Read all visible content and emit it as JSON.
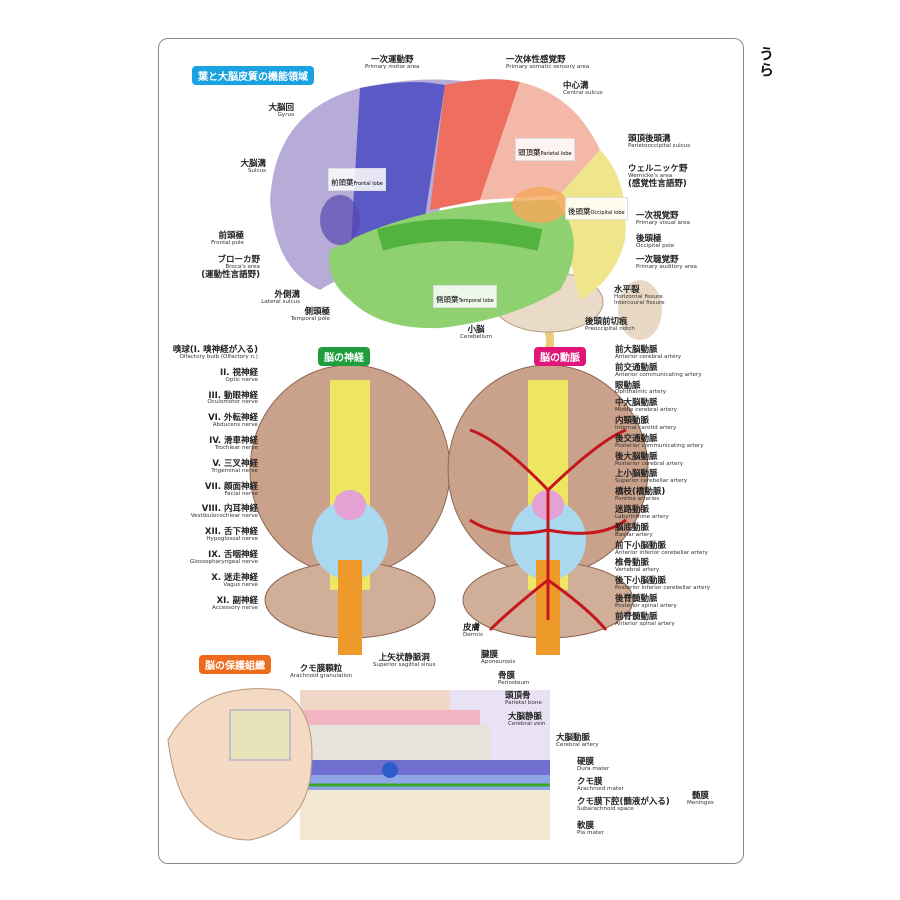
{
  "side_label": "うら",
  "headers": {
    "functional": "葉と大脳皮質の機能領域",
    "nerves": "脳の神経",
    "arteries": "脳の動脈",
    "protection": "脳の保護組織"
  },
  "lobes": {
    "frontal": {
      "jp": "前頭葉",
      "en": "Frontal lobe"
    },
    "parietal": {
      "jp": "頭頂葉",
      "en": "Parietal lobe"
    },
    "occipital": {
      "jp": "後頭葉",
      "en": "Occipital lobe"
    },
    "temporal": {
      "jp": "側頭葉",
      "en": "Temporal lobe"
    }
  },
  "top_labels": {
    "primary_motor": {
      "jp": "一次運動野",
      "en": "Primary motor area"
    },
    "primary_somatic": {
      "jp": "一次体性感覚野",
      "en": "Primary somatic sensory area"
    },
    "central_sulcus": {
      "jp": "中心溝",
      "en": "Central sulcus"
    },
    "gyrus": {
      "jp": "大脳回",
      "en": "Gyrus"
    },
    "sulcus": {
      "jp": "大脳溝",
      "en": "Sulcus"
    },
    "frontal_pole": {
      "jp": "前頭極",
      "en": "Frontal pole"
    },
    "broca": {
      "jp": "ブローカ野",
      "en": "Broca's area",
      "jp2": "(運動性言語野)"
    },
    "lateral_sulcus": {
      "jp": "外側溝",
      "en": "Lateral sulcus"
    },
    "temporal_pole": {
      "jp": "側頭極",
      "en": "Temporal pole"
    },
    "parietooccipital": {
      "jp": "頭頂後頭溝",
      "en": "Parietooccipital sulcus"
    },
    "wernicke": {
      "jp": "ウェルニッケ野",
      "en": "Wernicke's area",
      "jp2": "(感覚性言語野)"
    },
    "primary_visual": {
      "jp": "一次視覚野",
      "en": "Primary visual area"
    },
    "occipital_pole": {
      "jp": "後頭極",
      "en": "Occipital pole"
    },
    "primary_auditory": {
      "jp": "一次聴覚野",
      "en": "Primary auditory area"
    },
    "horizontal_fissure": {
      "jp": "水平裂",
      "en": "Horizontal fissure",
      "en2": "Intercoural fissure"
    },
    "preoccipital_notch": {
      "jp": "後頭前切痕",
      "en": "Preoccipital notch"
    },
    "cerebellum": {
      "jp": "小脳",
      "en": "Cerebellum"
    }
  },
  "nerves": [
    {
      "jp": "嗅球(I. 嗅神経が入る)",
      "en": "Olfactory bulb (Olfactory n.)"
    },
    {
      "jp": "II. 視神経",
      "en": "Optic nerve"
    },
    {
      "jp": "III. 動眼神経",
      "en": "Oculomotor nerve"
    },
    {
      "jp": "VI. 外転神経",
      "en": "Abducens nerve"
    },
    {
      "jp": "IV. 滑車神経",
      "en": "Trochlear nerve"
    },
    {
      "jp": "V. 三叉神経",
      "en": "Trigeminal nerve"
    },
    {
      "jp": "VII. 顔面神経",
      "en": "Facial nerve"
    },
    {
      "jp": "VIII. 内耳神経",
      "en": "Vestibulocochlear nerve"
    },
    {
      "jp": "XII. 舌下神経",
      "en": "Hypoglossal nerve"
    },
    {
      "jp": "IX. 舌咽神経",
      "en": "Glossopharyngeal nerve"
    },
    {
      "jp": "X. 迷走神経",
      "en": "Vagus nerve"
    },
    {
      "jp": "XI. 副神経",
      "en": "Accessory nerve"
    }
  ],
  "arteries": [
    {
      "jp": "前大脳動脈",
      "en": "Anterior cerebral artery"
    },
    {
      "jp": "前交通動脈",
      "en": "Anterior communicating artery"
    },
    {
      "jp": "眼動脈",
      "en": "Ophthalmic artery"
    },
    {
      "jp": "中大脳動脈",
      "en": "Middle cerebral artery"
    },
    {
      "jp": "内頸動脈",
      "en": "Internal carotid artery"
    },
    {
      "jp": "後交通動脈",
      "en": "Posterior communicating artery"
    },
    {
      "jp": "後大脳動脈",
      "en": "Posterior cerebral artery"
    },
    {
      "jp": "上小脳動脈",
      "en": "Superior cerebellar artery"
    },
    {
      "jp": "橋枝(橋動脈)",
      "en": "Pontine arteries"
    },
    {
      "jp": "迷路動脈",
      "en": "Labyrinthine artery"
    },
    {
      "jp": "脳底動脈",
      "en": "Basilar artery"
    },
    {
      "jp": "前下小脳動脈",
      "en": "Anterior inferior cerebellar artery"
    },
    {
      "jp": "椎骨動脈",
      "en": "Vertebral artery"
    },
    {
      "jp": "後下小脳動脈",
      "en": "Posterior inferior cerebellar artery"
    },
    {
      "jp": "後脊髄動脈",
      "en": "Posterior spinal artery"
    },
    {
      "jp": "前脊髄動脈",
      "en": "Anterior spinal artery"
    }
  ],
  "protection": {
    "dermis": {
      "jp": "皮膚",
      "en": "Dermis"
    },
    "aponeurosis": {
      "jp": "腱膜",
      "en": "Aponeurosis"
    },
    "periosteum": {
      "jp": "骨膜",
      "en": "Periosteum"
    },
    "parietal_bone": {
      "jp": "頭頂骨",
      "en": "Parietal bone"
    },
    "cerebral_vein": {
      "jp": "大脳静脈",
      "en": "Cerebral vein"
    },
    "cerebral_artery": {
      "jp": "大脳動脈",
      "en": "Cerebral artery"
    },
    "superior_sinus": {
      "jp": "上矢状静脈洞",
      "en": "Superior sagittal sinus"
    },
    "arachnoid_granulation": {
      "jp": "クモ膜顆粒",
      "en": "Arachnoid granulation"
    },
    "dura": {
      "jp": "硬膜",
      "en": "Dura mater"
    },
    "arachnoid": {
      "jp": "クモ膜",
      "en": "Arachnoid mater"
    },
    "subarachnoid": {
      "jp": "クモ膜下腔(髄液が入る)",
      "en": "Subarachnoid space"
    },
    "pia": {
      "jp": "軟膜",
      "en": "Pia mater"
    },
    "meninges": {
      "jp": "髄膜",
      "en": "Meninges"
    }
  },
  "colors": {
    "header_blue": "#1aa3e0",
    "header_green": "#1e9e3c",
    "header_pink": "#e0157a",
    "header_orange": "#ee6a1c"
  }
}
